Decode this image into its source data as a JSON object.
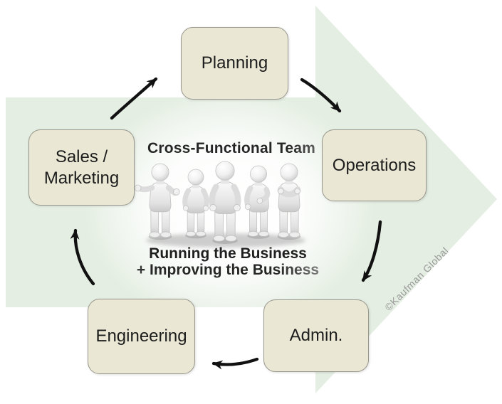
{
  "diagram": {
    "title": "Cross-Functional Team",
    "subtitle_line1": "Running the Business",
    "subtitle_line2": "+ Improving the Business",
    "watermark": "©Kaufman Global",
    "nodes": [
      {
        "id": "planning",
        "lines": [
          "Planning"
        ]
      },
      {
        "id": "operations",
        "lines": [
          "Operations"
        ]
      },
      {
        "id": "admin",
        "lines": [
          "Admin."
        ]
      },
      {
        "id": "engineering",
        "lines": [
          "Engineering"
        ]
      },
      {
        "id": "sales-marketing",
        "lines": [
          "Sales /",
          "Marketing"
        ]
      }
    ],
    "flow": [
      "sales-marketing -> planning",
      "planning -> operations",
      "operations -> admin",
      "admin -> engineering",
      "engineering -> sales-marketing"
    ],
    "colors": {
      "background_arrow": "#e4eee2",
      "node_fill": "#eae8d4",
      "node_border": "#98978d",
      "node_text": "#1d1d1d",
      "flow_arrow": "#111111",
      "watermark_text": "#9a9a9a"
    }
  }
}
